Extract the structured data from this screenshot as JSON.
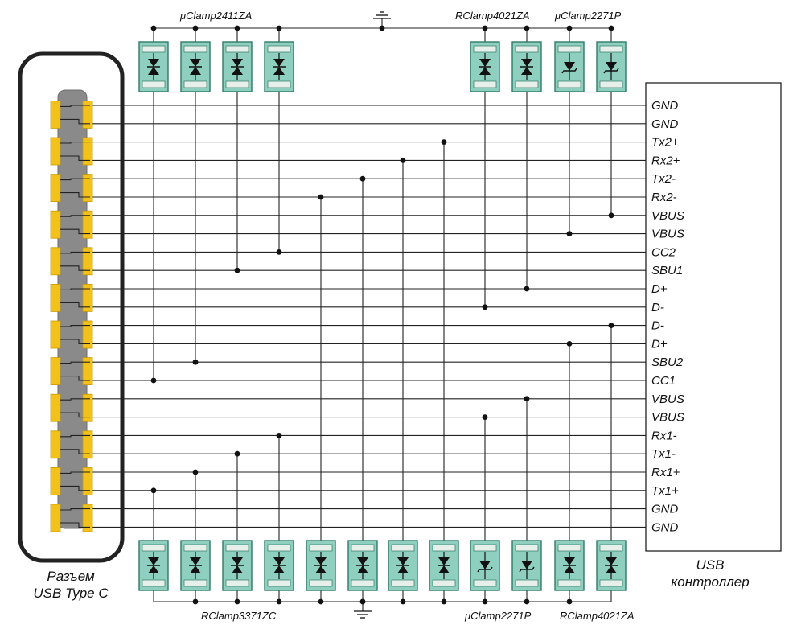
{
  "connector": {
    "caption": [
      "Разъем",
      "USB Type C"
    ]
  },
  "controller": {
    "caption": [
      "USB",
      "контроллер"
    ]
  },
  "pins": [
    "GND",
    "GND",
    "Tx2+",
    "Rx2+",
    "Tx2-",
    "Rx2-",
    "VBUS",
    "VBUS",
    "CC2",
    "SBU1",
    "D+",
    "D-",
    "D-",
    "D+",
    "SBU2",
    "CC1",
    "VBUS",
    "VBUS",
    "Rx1-",
    "Tx1-",
    "Rx1+",
    "Tx1+",
    "GND",
    "GND"
  ],
  "top_part_labels": [
    "μClamp2411ZA",
    "RClamp4021ZA",
    "μClamp2271P"
  ],
  "bottom_part_labels": [
    "RClamp3371ZC",
    "μClamp2271P",
    "RClamp4021ZA"
  ],
  "top_devices": [
    {
      "type": "bidirectional",
      "pin": "CC1"
    },
    {
      "type": "bidirectional",
      "pin": "SBU2"
    },
    {
      "type": "bidirectional",
      "pin": "SBU1"
    },
    {
      "type": "bidirectional",
      "pin": "CC2"
    },
    {
      "type": "bidirectional",
      "pin": "D-"
    },
    {
      "type": "bidirectional",
      "pin": "D+"
    },
    {
      "type": "zener",
      "pin": "VBUS"
    },
    {
      "type": "zener",
      "pin": "VBUS"
    }
  ],
  "bottom_devices": [
    {
      "type": "bidirectional",
      "pin": "Tx1+"
    },
    {
      "type": "bidirectional",
      "pin": "Rx1+"
    },
    {
      "type": "bidirectional",
      "pin": "Tx1-"
    },
    {
      "type": "bidirectional",
      "pin": "Rx1-"
    },
    {
      "type": "bidirectional",
      "pin": "Rx2-"
    },
    {
      "type": "bidirectional",
      "pin": "Tx2-"
    },
    {
      "type": "bidirectional",
      "pin": "Rx2+"
    },
    {
      "type": "bidirectional",
      "pin": "Tx2+"
    },
    {
      "type": "zener",
      "pin": "VBUS"
    },
    {
      "type": "zener",
      "pin": "VBUS"
    },
    {
      "type": "bidirectional",
      "pin": "D+"
    },
    {
      "type": "bidirectional",
      "pin": "D-"
    }
  ],
  "colors": {
    "device_fill": "#8fcfbf",
    "device_border": "#2f7a68",
    "pad": "#f2c21a",
    "connector_core": "#8a8a8a",
    "frame": "#222222"
  }
}
